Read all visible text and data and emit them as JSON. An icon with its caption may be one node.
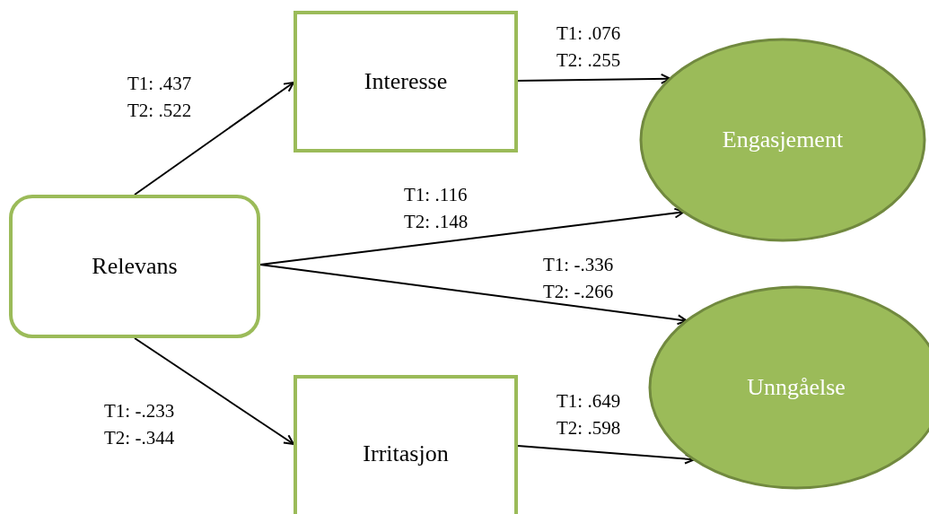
{
  "diagram": {
    "nodes": [
      {
        "text": [
          "Interesse"
        ]
      },
      {
        "text": [
          "Engasjement"
        ]
      },
      {
        "text": [
          "Relevans"
        ]
      },
      {
        "text": [
          "Unngåelse"
        ]
      },
      {
        "text": [
          "Irritasjon"
        ]
      }
    ],
    "edges": [
      {
        "from": 2,
        "to": 0,
        "arrow": "to",
        "label": "T1: .437 T2: .522"
      },
      {
        "from": 0,
        "to": 1,
        "arrow": "to",
        "label": "T1: .076 T2: .255"
      },
      {
        "from": 2,
        "to": 1,
        "arrow": "to",
        "label": "T1: .116 T2: .148"
      },
      {
        "from": 2,
        "to": 3,
        "arrow": "to",
        "label": "T1: -.336 T2: -.266"
      },
      {
        "from": 2,
        "to": 4,
        "arrow": "to",
        "label": "T1: -.233 T2: -.344"
      },
      {
        "from": 4,
        "to": 3,
        "arrow": "to",
        "label": "T1: .649 T2: .598"
      }
    ]
  }
}
